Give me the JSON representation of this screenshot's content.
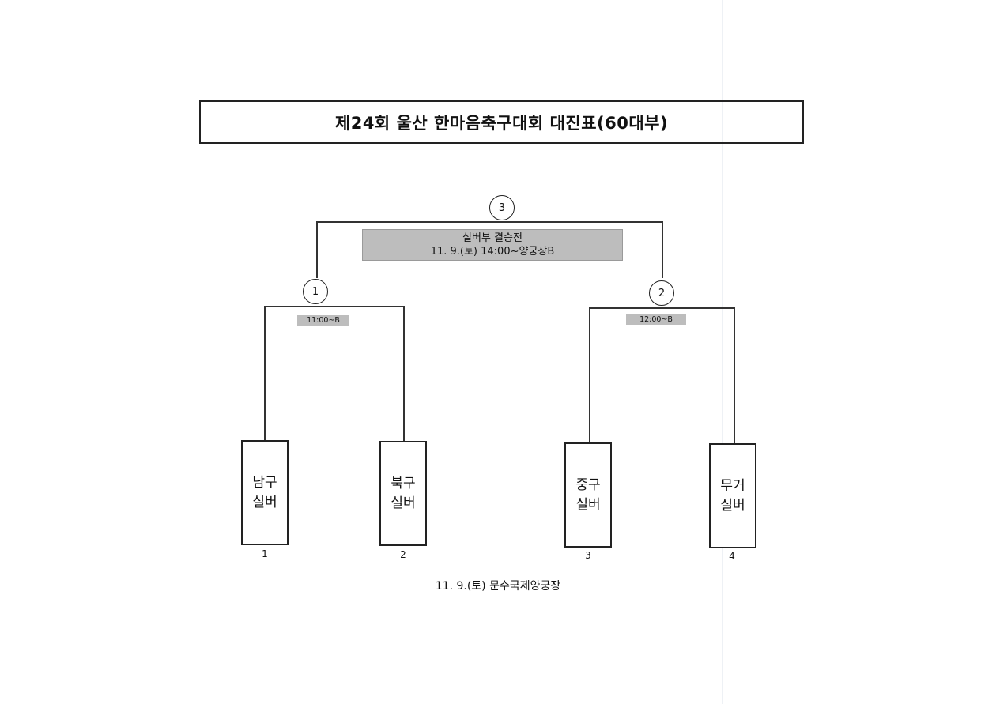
{
  "title": "제24회 울산 한마음축구대회 대진표(60대부)",
  "final": {
    "match_no": "3",
    "line1": "실버부 결승전",
    "line2": "11. 9.(토) 14:00~양궁장B"
  },
  "semis": [
    {
      "match_no": "1",
      "time": "11:00~B"
    },
    {
      "match_no": "2",
      "time": "12:00~B"
    }
  ],
  "teams": [
    {
      "line1": "남구",
      "line2": "실버",
      "seed": "1"
    },
    {
      "line1": "북구",
      "line2": "실버",
      "seed": "2"
    },
    {
      "line1": "중구",
      "line2": "실버",
      "seed": "3"
    },
    {
      "line1": "무거",
      "line2": "실버",
      "seed": "4"
    }
  ],
  "venue": "11. 9.(토) 문수국제양궁장"
}
